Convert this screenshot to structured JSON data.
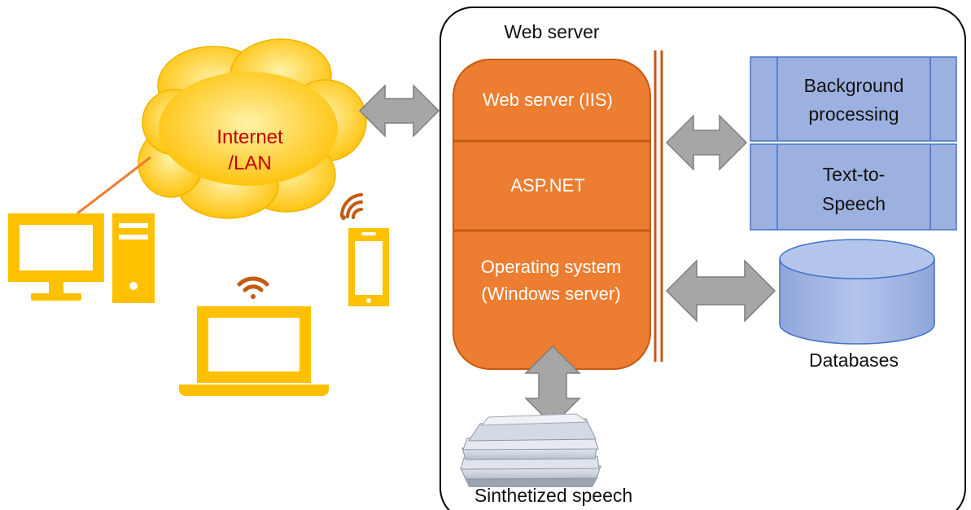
{
  "diagram": {
    "server_box_title": "Web server",
    "cloud_label_line1": "Internet",
    "cloud_label_line2": "/LAN",
    "stack_layers": [
      {
        "label_lines": [
          "Web server (IIS)"
        ]
      },
      {
        "label_lines": [
          "ASP.NET"
        ]
      },
      {
        "label_lines": [
          "Operating system",
          "(Windows server)"
        ]
      }
    ],
    "modules": [
      {
        "label_lines": [
          "Background",
          "processing"
        ]
      },
      {
        "label_lines": [
          "Text-to-",
          "Speech"
        ]
      }
    ],
    "database_label": "Databases",
    "speech_label": "Sinthetized speech"
  },
  "colors": {
    "device": "#ffc000",
    "stack_fill": "#ed7d31",
    "stack_border": "#c55a11",
    "module_fill": "#9db1e0",
    "module_border": "#4472c4",
    "arrow_fill": "#a6a6a6",
    "arrow_border": "#7f7f7f",
    "cloud_label": "#c00000",
    "wifi": "#c55a11"
  }
}
